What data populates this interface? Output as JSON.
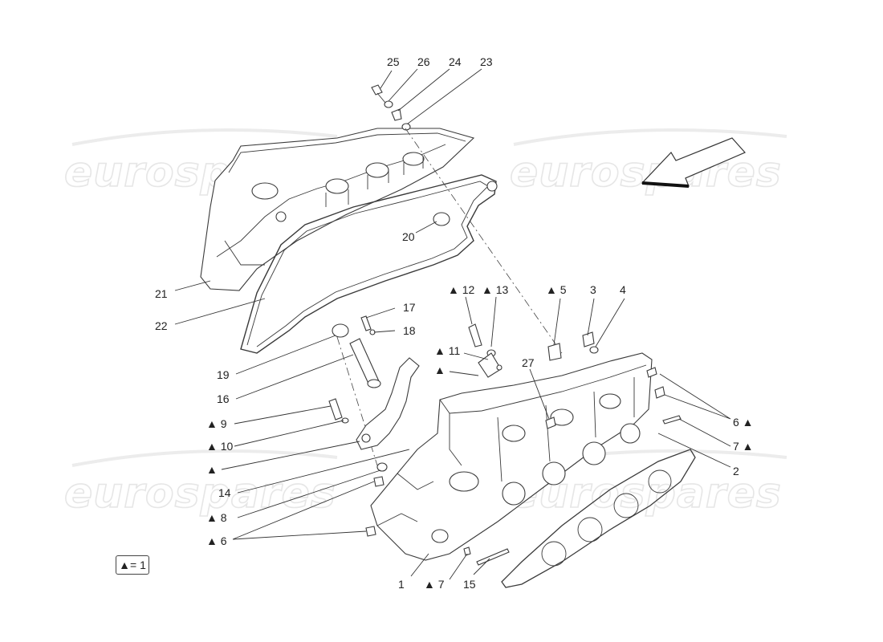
{
  "watermark": "eurospares",
  "legend": {
    "text": "▲= 1"
  },
  "callouts": [
    "25",
    "26",
    "24",
    "23",
    "20",
    "21",
    "22",
    "▲ 12",
    "▲ 13",
    "▲ 5",
    "3",
    "4",
    "17",
    "18",
    "19",
    "16",
    "▲ 11",
    "▲",
    "27",
    "6 ▲",
    "7 ▲",
    "2",
    "▲  9",
    "▲ 10",
    "▲",
    "14",
    "▲  8",
    "▲  6",
    "1",
    "▲  7",
    "15"
  ]
}
